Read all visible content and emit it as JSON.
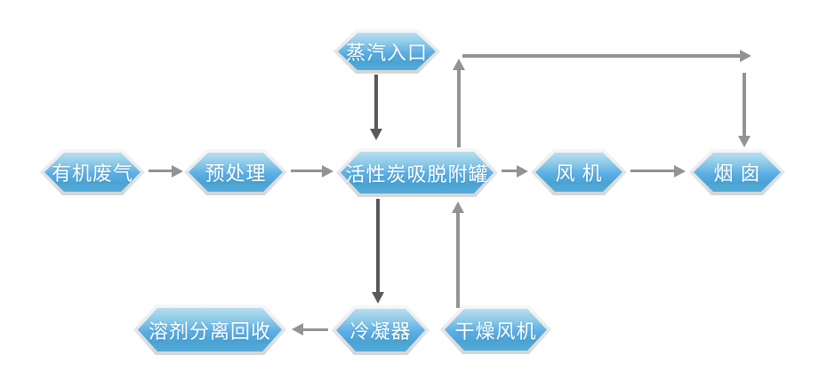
{
  "diagram": {
    "background": "#ffffff",
    "nodes": [
      {
        "id": "steam-inlet",
        "label": "蒸汽入口"
      },
      {
        "id": "organic-waste-gas",
        "label": "有机废气"
      },
      {
        "id": "pretreatment",
        "label": "预处理"
      },
      {
        "id": "adsorption-tank",
        "label": "活性炭吸脱附罐"
      },
      {
        "id": "fan",
        "label": "风 机"
      },
      {
        "id": "chimney",
        "label": "烟 囱"
      },
      {
        "id": "solvent-recovery",
        "label": "溶剂分离回收"
      },
      {
        "id": "condenser",
        "label": "冷凝器"
      },
      {
        "id": "drying-fan",
        "label": "干燥风机"
      }
    ],
    "edges": [
      {
        "from": "organic-waste-gas",
        "to": "pretreatment"
      },
      {
        "from": "pretreatment",
        "to": "adsorption-tank"
      },
      {
        "from": "steam-inlet",
        "to": "adsorption-tank"
      },
      {
        "from": "adsorption-tank",
        "to": "fan"
      },
      {
        "from": "fan",
        "to": "chimney"
      },
      {
        "from": "adsorption-tank",
        "to": "chimney",
        "route": "top-bypass"
      },
      {
        "from": "adsorption-tank",
        "to": "condenser"
      },
      {
        "from": "condenser",
        "to": "solvent-recovery"
      },
      {
        "from": "drying-fan",
        "to": "adsorption-tank"
      }
    ],
    "colors": {
      "node_fill_top": "#b6def1",
      "node_fill_bottom": "#4aa4d3",
      "node_bevel": "#e7e8e9",
      "label_text": "#ffffff",
      "arrow_gray": "#919396",
      "arrow_dark": "#58595b",
      "background": "#ffffff"
    }
  }
}
